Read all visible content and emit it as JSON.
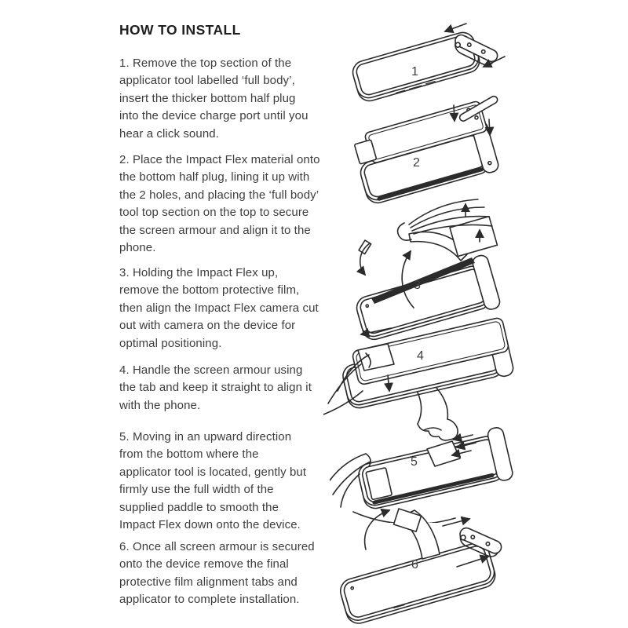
{
  "page": {
    "title": "HOW TO INSTALL"
  },
  "colors": {
    "ink": "#2b2b2b",
    "body_text": "#3d3d3d",
    "title_text": "#1f1f1f",
    "background": "#ffffff"
  },
  "steps": [
    {
      "text": "1. Remove the top section of the\napplicator tool labelled ‘full body’,\ninsert the thicker bottom half plug\ninto the device charge port until you\nhear a click sound."
    },
    {
      "text": "2. Place the Impact Flex material onto\nthe bottom half plug, lining it up with\nthe 2 holes, and placing the ‘full body’\ntool top section on the top to secure\nthe screen armour and align it to the\nphone."
    },
    {
      "text": "3. Holding the Impact Flex up,\nremove the bottom protective film,\nthen align the Impact Flex camera cut\nout with camera on the device for\noptimal positioning."
    },
    {
      "text": "4. Handle the screen armour using\nthe tab and keep it straight to align it\nwith the phone."
    },
    {
      "text": "5. Moving in an upward direction\nfrom the bottom where the\napplicator tool is located, gently but\nfirmly use the full width of the\nsupplied  paddle to smooth the\nImpact Flex down onto the device."
    },
    {
      "text": "6. Once all screen armour is secured\nonto the device remove the final\nprotective film alignment tabs and\napplicator to complete installation."
    }
  ],
  "figures": [
    {
      "number": "1"
    },
    {
      "number": "2"
    },
    {
      "number": "3"
    },
    {
      "number": "4"
    },
    {
      "number": "5"
    },
    {
      "number": "6"
    }
  ]
}
